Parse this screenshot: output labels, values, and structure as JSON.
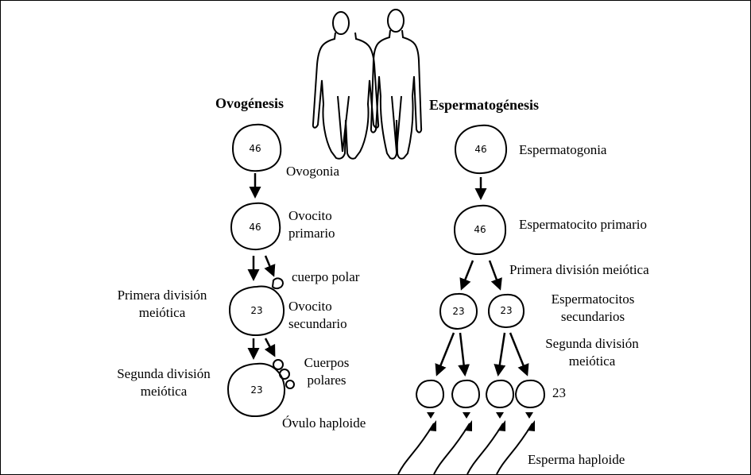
{
  "ovogenesis": {
    "title": "Ovogénesis",
    "ovogonia": {
      "count": "46",
      "label": "Ovogonia"
    },
    "ovocito_primario": {
      "count": "46",
      "label_1": "Ovocito",
      "label_2": "primario"
    },
    "cuerpo_polar": "cuerpo polar",
    "primera_division": {
      "line_1": "Primera división",
      "line_2": "meiótica"
    },
    "ovocito_secundario": {
      "count": "23",
      "label_1": "Ovocito",
      "label_2": "secundario"
    },
    "segunda_division": {
      "line_1": "Segunda división",
      "line_2": "meiótica"
    },
    "cuerpos_polares": {
      "line_1": "Cuerpos",
      "line_2": "polares"
    },
    "ovulo": {
      "count": "23",
      "label": "Óvulo haploide"
    }
  },
  "espermatogenesis": {
    "title": "Espermatogénesis",
    "espermatogonia": {
      "count": "46",
      "label": "Espermatogonia"
    },
    "espermatocito_primario": {
      "count": "46",
      "label": "Espermatocito primario"
    },
    "primera_division": "Primera división meiótica",
    "espermatocitos_secundarios": {
      "counts": [
        "23",
        "23"
      ],
      "line_1": "Espermatocitos",
      "line_2": "secundarios"
    },
    "segunda_division": {
      "line_1": "Segunda división",
      "line_2": "meiótica"
    },
    "espermatidas_count": "23",
    "esperma": "Esperma haploide"
  }
}
